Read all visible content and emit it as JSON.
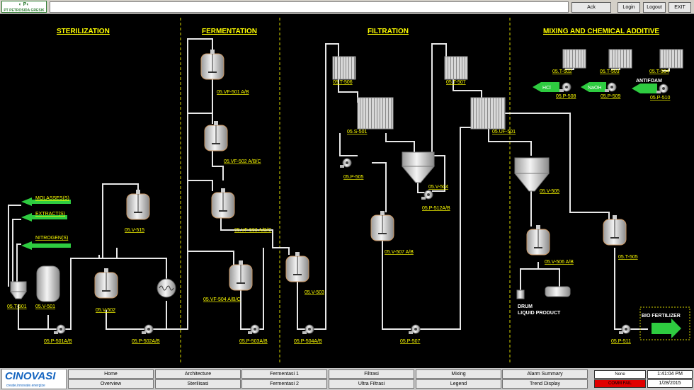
{
  "topbar": {
    "logo": "PT PETROSIDA GRESIK",
    "ack": "Ack",
    "login": "Login",
    "logout": "Logout",
    "exit": "EXIT"
  },
  "sections": {
    "sterilization": "STERILIZATION",
    "fermentation": "FERMENTATION",
    "filtration": "FILTRATION",
    "mixing": "MIXING AND CHEMICAL ADDITIVE"
  },
  "inputs": {
    "molasses": "MOLASSES(S)",
    "extract": "EXTRACT(S)",
    "nitrogen": "NITROGEN(S)",
    "hcl": "HCl",
    "naoh": "NaOH",
    "antifoam": "ANTIFOAM",
    "bio": "BIO FERTILIZER"
  },
  "tags": {
    "t501": "05.T-501",
    "v501": "05.V-501",
    "v502": "05.V-502",
    "v515": "05.V-515",
    "p501": "05.P-501A/B",
    "p502": "05.P-502A/B",
    "vf501": "05.VF-501 A/B",
    "vf502": "05.VF-502 A/B/C",
    "vf503": "05.VF-503 A/B/C",
    "vf504": "05.VF-504 A/B/C",
    "p503": "05.P-503A/B",
    "v503": "05.V-503",
    "p504": "05.P-504A/B",
    "t506": "05.T-506",
    "s501": "05.S-501",
    "p505": "05.P-505",
    "v504": "05.V-504",
    "p512": "05.P-512A/B",
    "v507": "05.V-507 A/B",
    "p507": "05.P-507",
    "t507": "05.T-507",
    "uf501": "05.UF-501",
    "v505": "05.V-505",
    "v506": "05.V-506 A/B",
    "t502": "05.T-502",
    "t503": "05.T-503",
    "t504": "05.T-504",
    "p508": "05.P-508",
    "p509": "05.P-509",
    "p510": "05.P-510",
    "t505": "05.T-505",
    "p511": "05.P-511"
  },
  "drum": {
    "line1": "DRUM",
    "line2": "LIQUID PRODUCT"
  },
  "footer": {
    "logo": "CINOVASI",
    "tagline": "create.innovate.energize",
    "nav": [
      [
        "Home",
        "Overview"
      ],
      [
        "Architecture",
        "Sterilisasi"
      ],
      [
        "Fermentasi 1",
        "Fermentasi 2"
      ],
      [
        "Filtrasi",
        "Ultra Filtrasi"
      ],
      [
        "Mixing",
        "Legend"
      ],
      [
        "Alarm Summary",
        "Trend Display"
      ]
    ],
    "status_none": "None",
    "status_alarm": "COMM FAIL",
    "time": "1:41:04 PM",
    "date": "1/28/2015"
  }
}
